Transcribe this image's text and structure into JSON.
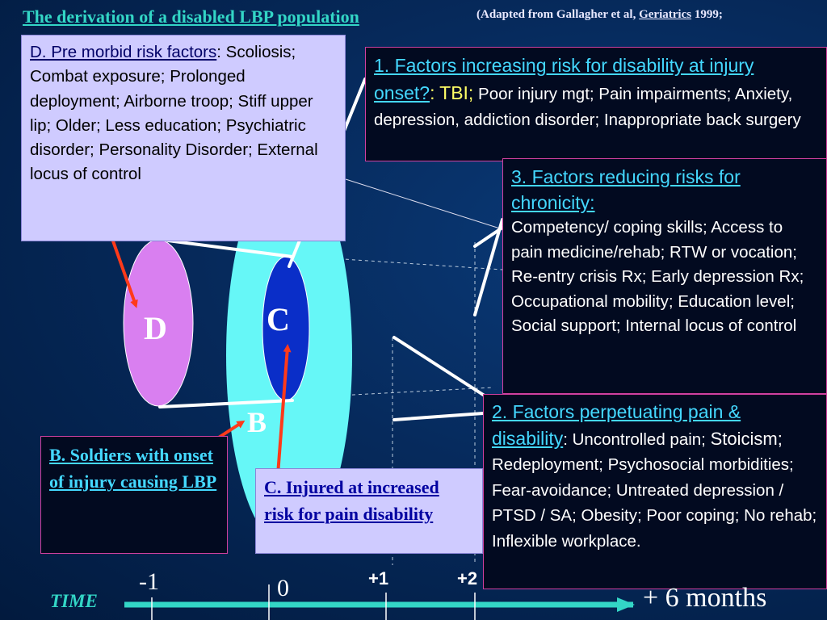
{
  "title": "The derivation of a disabled LBP population",
  "citation": {
    "prefix": "(Adapted from Gallagher et al, ",
    "journal": "Geriatrics",
    "suffix": " 1999;"
  },
  "box_d": {
    "heading": "D. Pre morbid risk factors",
    "colon": ":",
    "body": "Scoliosis; Combat exposure; Prolonged deployment; Airborne troop; Stiff upper lip; Older; Less education; Psychiatric disorder; Personality Disorder; External locus of control"
  },
  "box_1": {
    "heading": "1. Factors increasing risk for disability at injury onset?",
    "colon": ":",
    "highlight": "TBI;",
    "body": "Poor injury mgt; Pain impairments; Anxiety, depression, addiction disorder; Inappropriate back surgery"
  },
  "box_3": {
    "heading": "3. Factors reducing risks for chronicity:",
    "body": "Competency/ coping skills; Access to pain medicine/rehab; RTW or vocation; Re-entry crisis Rx; Early depression Rx; Occupational mobility; Education level; Social support; Internal locus of control"
  },
  "box_2": {
    "heading": "2. Factors perpetuating pain & disability",
    "colon": ":",
    "body_a": "Uncontrolled pain;",
    "stoicism": "Stoicism;",
    "body_b": "Redeployment; Psychosocial morbidities; Fear-avoidance; Untreated depression / PTSD / SA; Obesity; Poor coping; No rehab;  Inflexible workplace."
  },
  "box_b": {
    "text": "B.  Soldiers with onset of injury causing LBP"
  },
  "box_c": {
    "text_line1": "C. Injured at increased",
    "text_line2": "risk for pain disability"
  },
  "ellipse_labels": {
    "d": "D",
    "c": "C",
    "b": "B"
  },
  "timeline": {
    "ticks": [
      "-1",
      "0",
      "+1",
      "+2"
    ],
    "axis_label": "TIME",
    "end_label": "+ 6 months"
  },
  "colors": {
    "ellipse_d": "#d97ff0",
    "ellipse_b": "#66f7f7",
    "ellipse_c": "#0a2ec8",
    "red_arrow": "#ff3a1a",
    "timeline": "#33d6c6"
  }
}
